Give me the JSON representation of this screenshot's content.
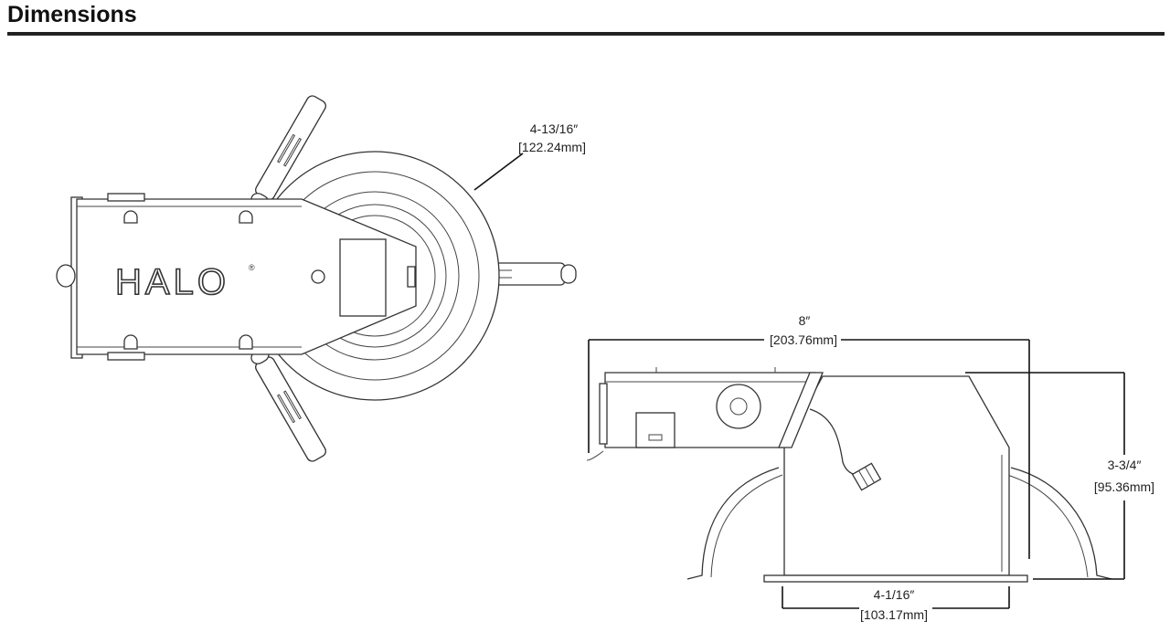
{
  "header": {
    "title": "Dimensions"
  },
  "top_view": {
    "brand": "HALO",
    "brand_mark": "®",
    "diameter": {
      "imperial": "4-13/16″",
      "metric": "[122.24mm]"
    }
  },
  "side_view": {
    "length": {
      "imperial": "8″",
      "metric": "[203.76mm]"
    },
    "height": {
      "imperial": "3-3/4″",
      "metric": "[95.36mm]"
    },
    "aperture": {
      "imperial": "4-1/16″",
      "metric": "[103.17mm]"
    }
  }
}
